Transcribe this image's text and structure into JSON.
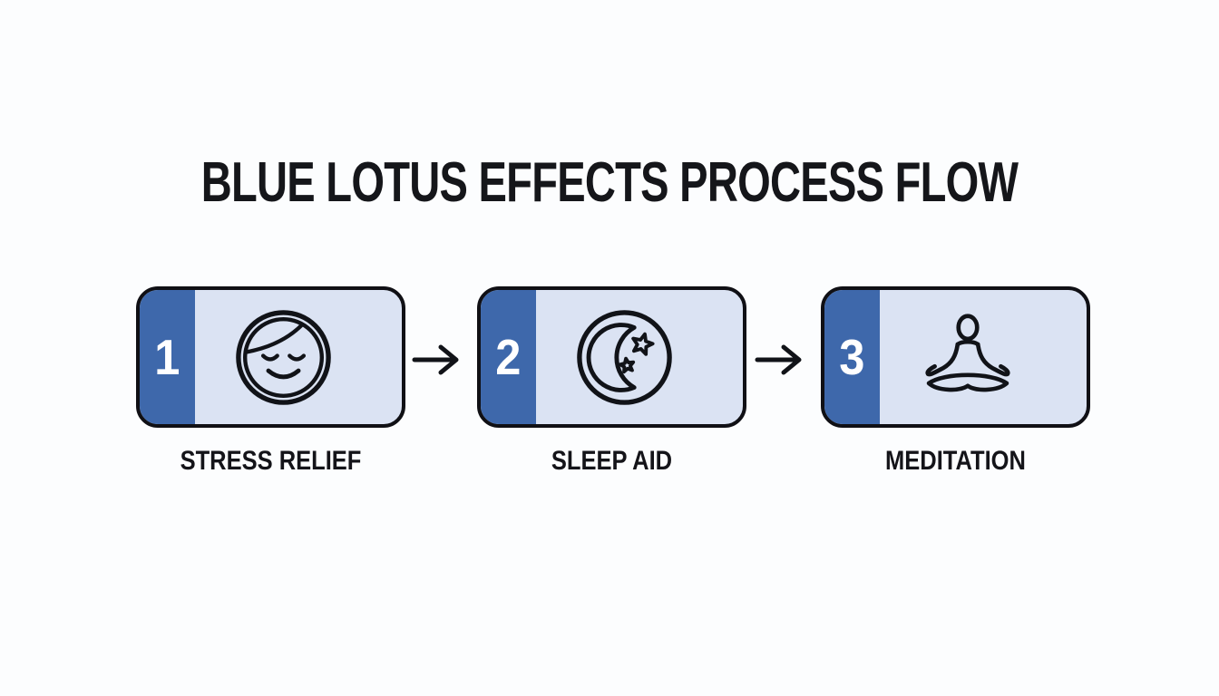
{
  "title": "BLUE LOTUS EFFECTS PROCESS FLOW",
  "colors": {
    "accent": "#3e68ab",
    "card_fill": "#dbe3f3",
    "outline_ink": "#101015",
    "background": "#fcfdfe",
    "number_text": "#ffffff",
    "title_text": "#15161a"
  },
  "steps": [
    {
      "number": "1",
      "label": "STRESS RELIEF",
      "icon": "calm-face-icon"
    },
    {
      "number": "2",
      "label": "SLEEP AID",
      "icon": "moon-stars-icon"
    },
    {
      "number": "3",
      "label": "MEDITATION",
      "icon": "meditation-icon"
    }
  ],
  "connectors": [
    {
      "icon": "arrow-right-icon"
    },
    {
      "icon": "arrow-right-icon"
    }
  ]
}
